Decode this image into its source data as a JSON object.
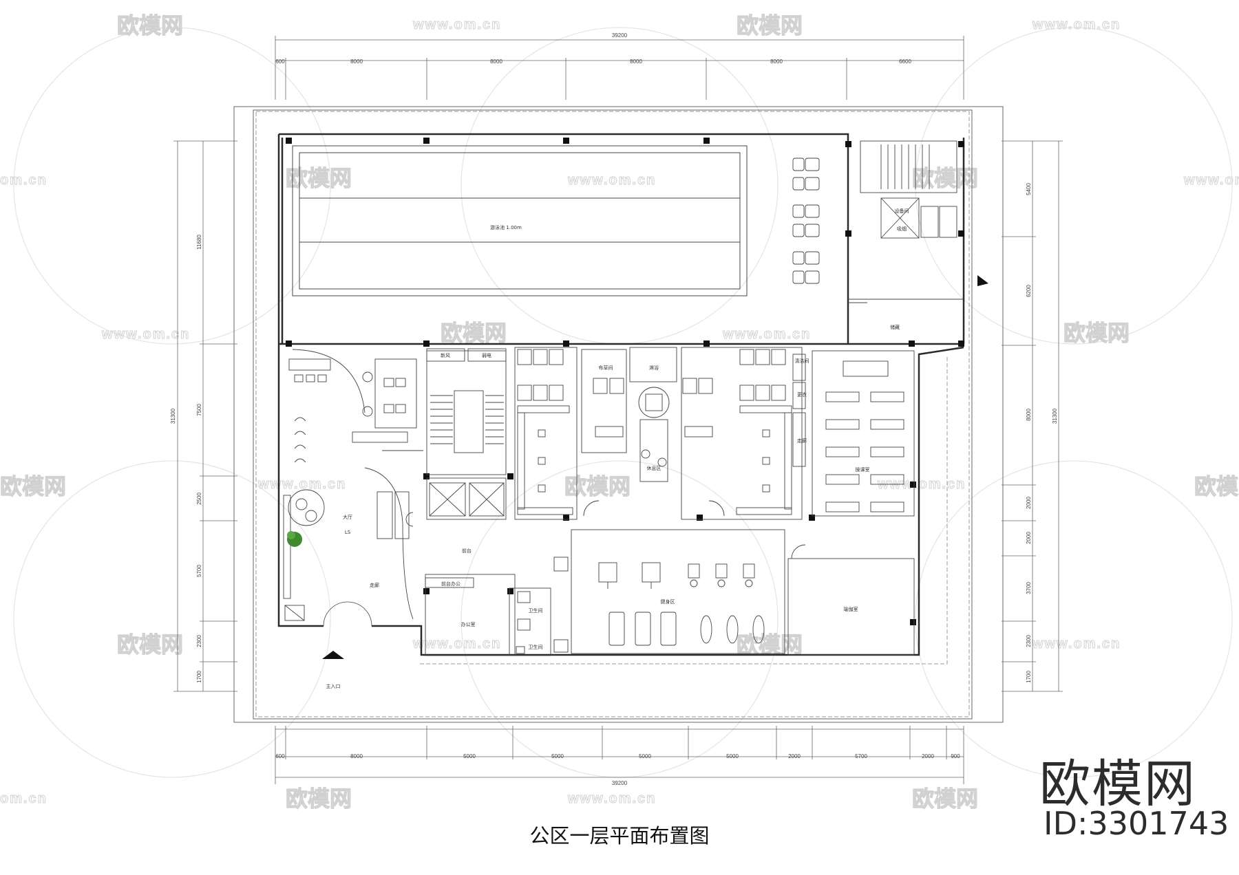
{
  "title": "公区一层平面布置图",
  "brand": {
    "name": "欧模网",
    "id": "ID:3301743"
  },
  "watermark": {
    "logo_text": "欧模网",
    "url_text": "www.om.cn",
    "url_fragment": "om.cn"
  },
  "dimensions": {
    "top_total": "39200",
    "top_segments": [
      "600",
      "8000",
      "8000",
      "8000",
      "8000",
      "6600"
    ],
    "bottom_total": "39200",
    "bottom_segments": [
      "600",
      "8000",
      "5000",
      "5000",
      "5000",
      "5000",
      "2000",
      "5700",
      "2000",
      "900"
    ],
    "left_total": "31300",
    "left_segments": [
      "11680",
      "7500",
      "2500",
      "5700",
      "2300",
      "1700"
    ],
    "right_total": "31300",
    "right_segments": [
      "5400",
      "6200",
      "8000",
      "2000",
      "2000",
      "3700",
      "2300",
      "1700"
    ]
  },
  "rooms": {
    "pool": "游泳池 1.00m",
    "lobby": "大厅",
    "lobby_mark": "LS",
    "corridor": "走廊",
    "front_desk": "前台",
    "gym": "健身区",
    "yoga": "瑜伽室",
    "studio": "操课室",
    "storage": "储藏",
    "smoking": "吸烟",
    "office": "办公室",
    "reception_office": "前台办公",
    "toilet_a": "卫生间",
    "toilet_b": "卫生间",
    "laundry": "布草间",
    "equipment": "设备间",
    "spa": "淋浴",
    "lounge": "休息区",
    "room_a": "新风",
    "room_b": "弱电",
    "room_c": "清洁间",
    "room_d": "更衣",
    "room_e": "走廊",
    "entrance": "主入口"
  },
  "colors": {
    "wall": "#2a2a2a",
    "line": "#555555",
    "thin": "#888888",
    "plant": "#3f8a2e",
    "watermark": "#cfcfcf"
  }
}
